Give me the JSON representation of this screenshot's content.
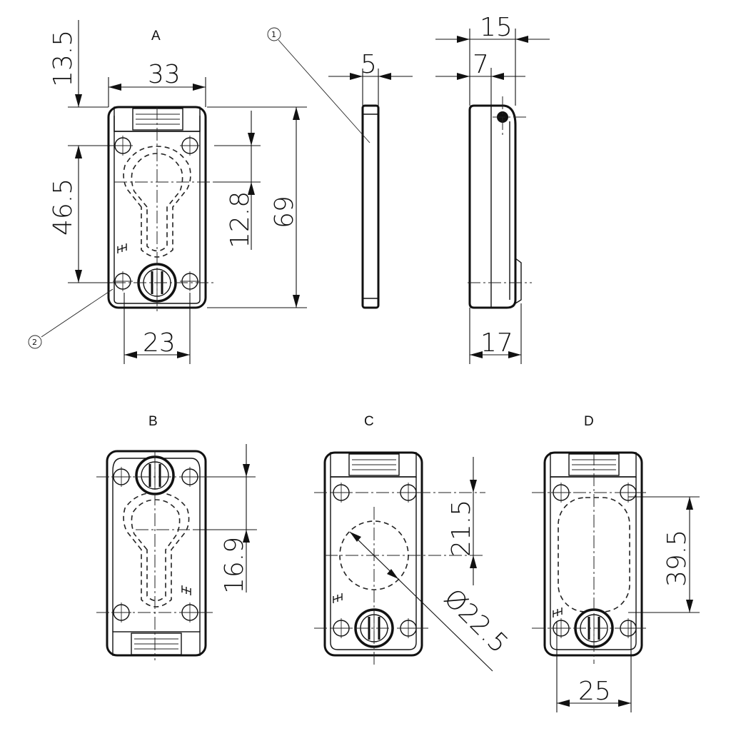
{
  "views": {
    "a": "A",
    "b": "B",
    "c": "C",
    "d": "D"
  },
  "callouts": {
    "c1": "1",
    "c2": "2"
  },
  "dims": {
    "a_13_5": "13.5",
    "a_33": "33",
    "a_46_5": "46.5",
    "a_12_8": "12.8",
    "a_69": "69",
    "a_23": "23",
    "side_5": "5",
    "side_15": "15",
    "side_7": "7",
    "side_17": "17",
    "b_16_9": "16.9",
    "c_21_5": "21.5",
    "c_dia_22_5": "Ø22.5",
    "d_39_5": "39.5",
    "d_25": "25"
  }
}
